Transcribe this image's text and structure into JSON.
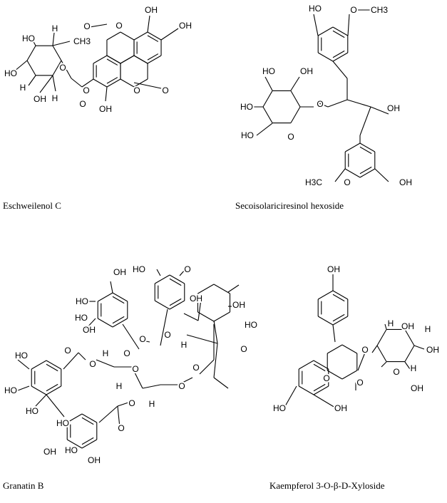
{
  "molecules": [
    {
      "name": "Eschweilenol C",
      "atom_labels": [
        "OH",
        "OH",
        "O",
        "O",
        "O",
        "O",
        "O",
        "OH",
        "CH3",
        "H",
        "HO",
        "HO",
        "H",
        "OH",
        "H",
        "O",
        "O"
      ]
    },
    {
      "name": "Secoisolariciresinol hexoside",
      "atom_labels": [
        "HO",
        "O",
        "CH3",
        "HO",
        "OH",
        "HO",
        "O",
        "O",
        "HO",
        "OH",
        "H3C",
        "O",
        "OH"
      ]
    },
    {
      "name": "Granatin B",
      "atom_labels": [
        "HO",
        "OH",
        "HO",
        "OH",
        "HO",
        "O",
        "OH",
        "OH",
        "O",
        "HO",
        "O",
        "O",
        "H",
        "O",
        "O",
        "H",
        "H",
        "O",
        "O",
        "HO",
        "HO",
        "HO",
        "O",
        "O",
        "O",
        "O",
        "HO",
        "OH",
        "HO",
        "OH",
        "H"
      ]
    },
    {
      "name": "Kaempferol 3-O-β-D-Xyloside",
      "atom_labels": [
        "OH",
        "O",
        "O",
        "H",
        "OH",
        "H",
        "OH",
        "O",
        "H",
        "OH",
        "HO",
        "OH",
        "O"
      ]
    }
  ]
}
